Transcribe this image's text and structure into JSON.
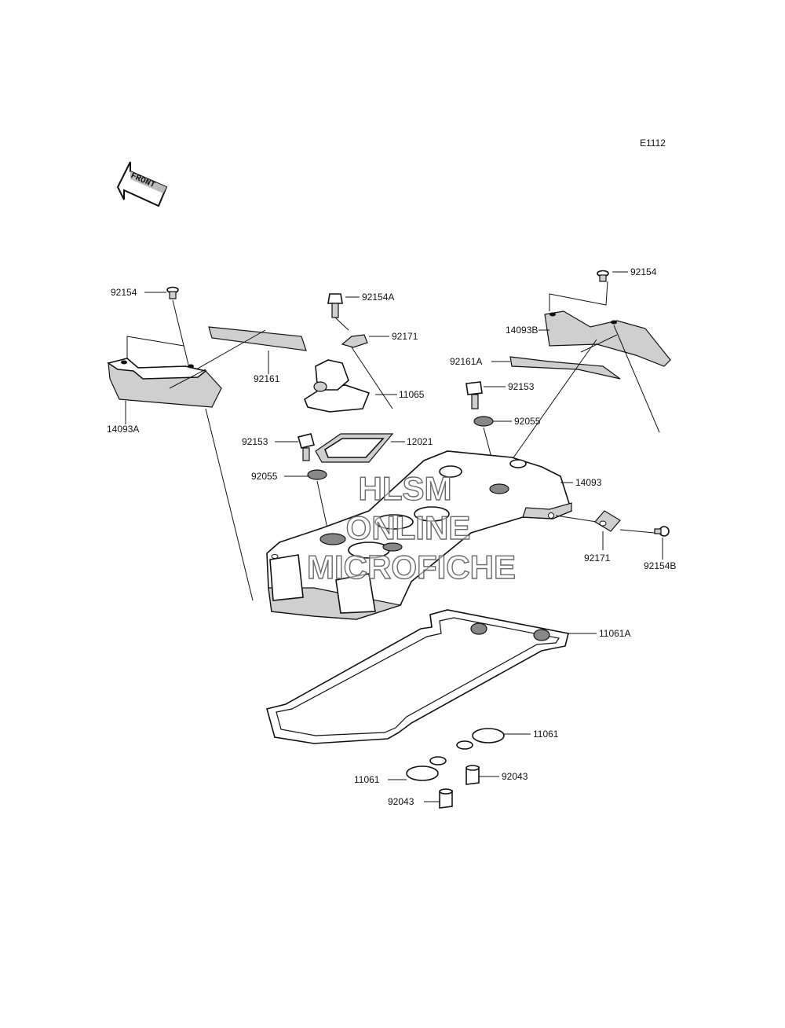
{
  "diagram_code": "E1112",
  "front_arrow_label": "FRONT",
  "watermark": [
    "HLSM",
    "ONLINE",
    "MICROFICHE"
  ],
  "labels": {
    "p92154_left": "92154",
    "p14093A": "14093A",
    "p92161": "92161",
    "p92154A": "92154A",
    "p92171_top": "92171",
    "p11065": "11065",
    "p12021": "12021",
    "p92153_left": "92153",
    "p92055_left": "92055",
    "p92154_right": "92154",
    "p14093B": "14093B",
    "p92161A": "92161A",
    "p92153_right": "92153",
    "p92055_right": "92055",
    "p14093": "14093",
    "p92171_right": "92171",
    "p92154B": "92154B",
    "p11061A": "11061A",
    "p11061_right": "11061",
    "p11061_left": "11061",
    "p92043_right": "92043",
    "p92043_left": "92043"
  }
}
